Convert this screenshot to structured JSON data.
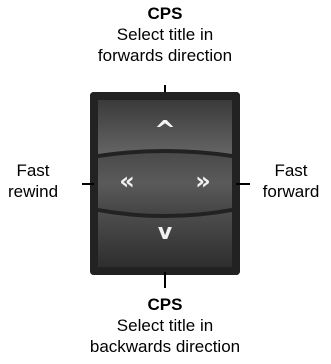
{
  "labels": {
    "top": {
      "title": "CPS",
      "line1": "Select title in",
      "line2": "forwards direction"
    },
    "bottom": {
      "title": "CPS",
      "line1": "Select title in",
      "line2": "backwards direction"
    },
    "left": {
      "line1": "Fast",
      "line2": "rewind"
    },
    "right": {
      "line1": "Fast",
      "line2": "forward"
    }
  },
  "arrows": {
    "up": "^",
    "left": "«",
    "right": "»",
    "down": "v"
  },
  "colors": {
    "panel_dark": "#2a2a2a",
    "panel_mid": "#555555",
    "arrow": "#f2f2f2"
  }
}
